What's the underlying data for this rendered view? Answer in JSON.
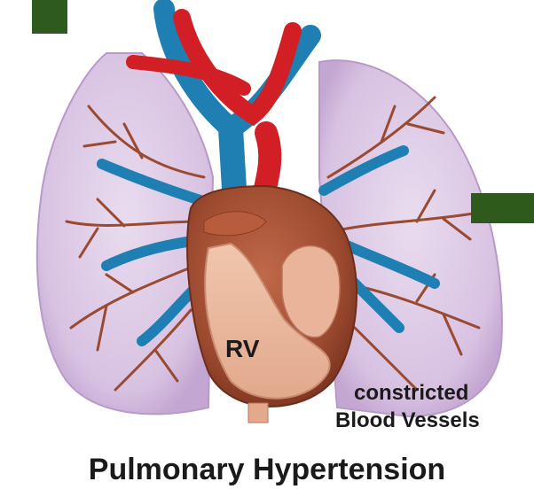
{
  "labels": {
    "chamber": "RV",
    "vessel_line1": "constricted",
    "vessel_line2": "Blood Vessels",
    "title": "Pulmonary Hypertension"
  },
  "colors": {
    "lung_fill": "#dcc8e4",
    "lung_edge": "#b89ac8",
    "artery_red": "#d21f26",
    "vein_blue": "#1f7fb3",
    "heart_dark": "#8a3a25",
    "heart_light": "#e8b69a",
    "branch_brown": "#9a4a30",
    "redaction": "#2f5a1e"
  },
  "icons": [
    "heart-icon",
    "lung-icon"
  ]
}
